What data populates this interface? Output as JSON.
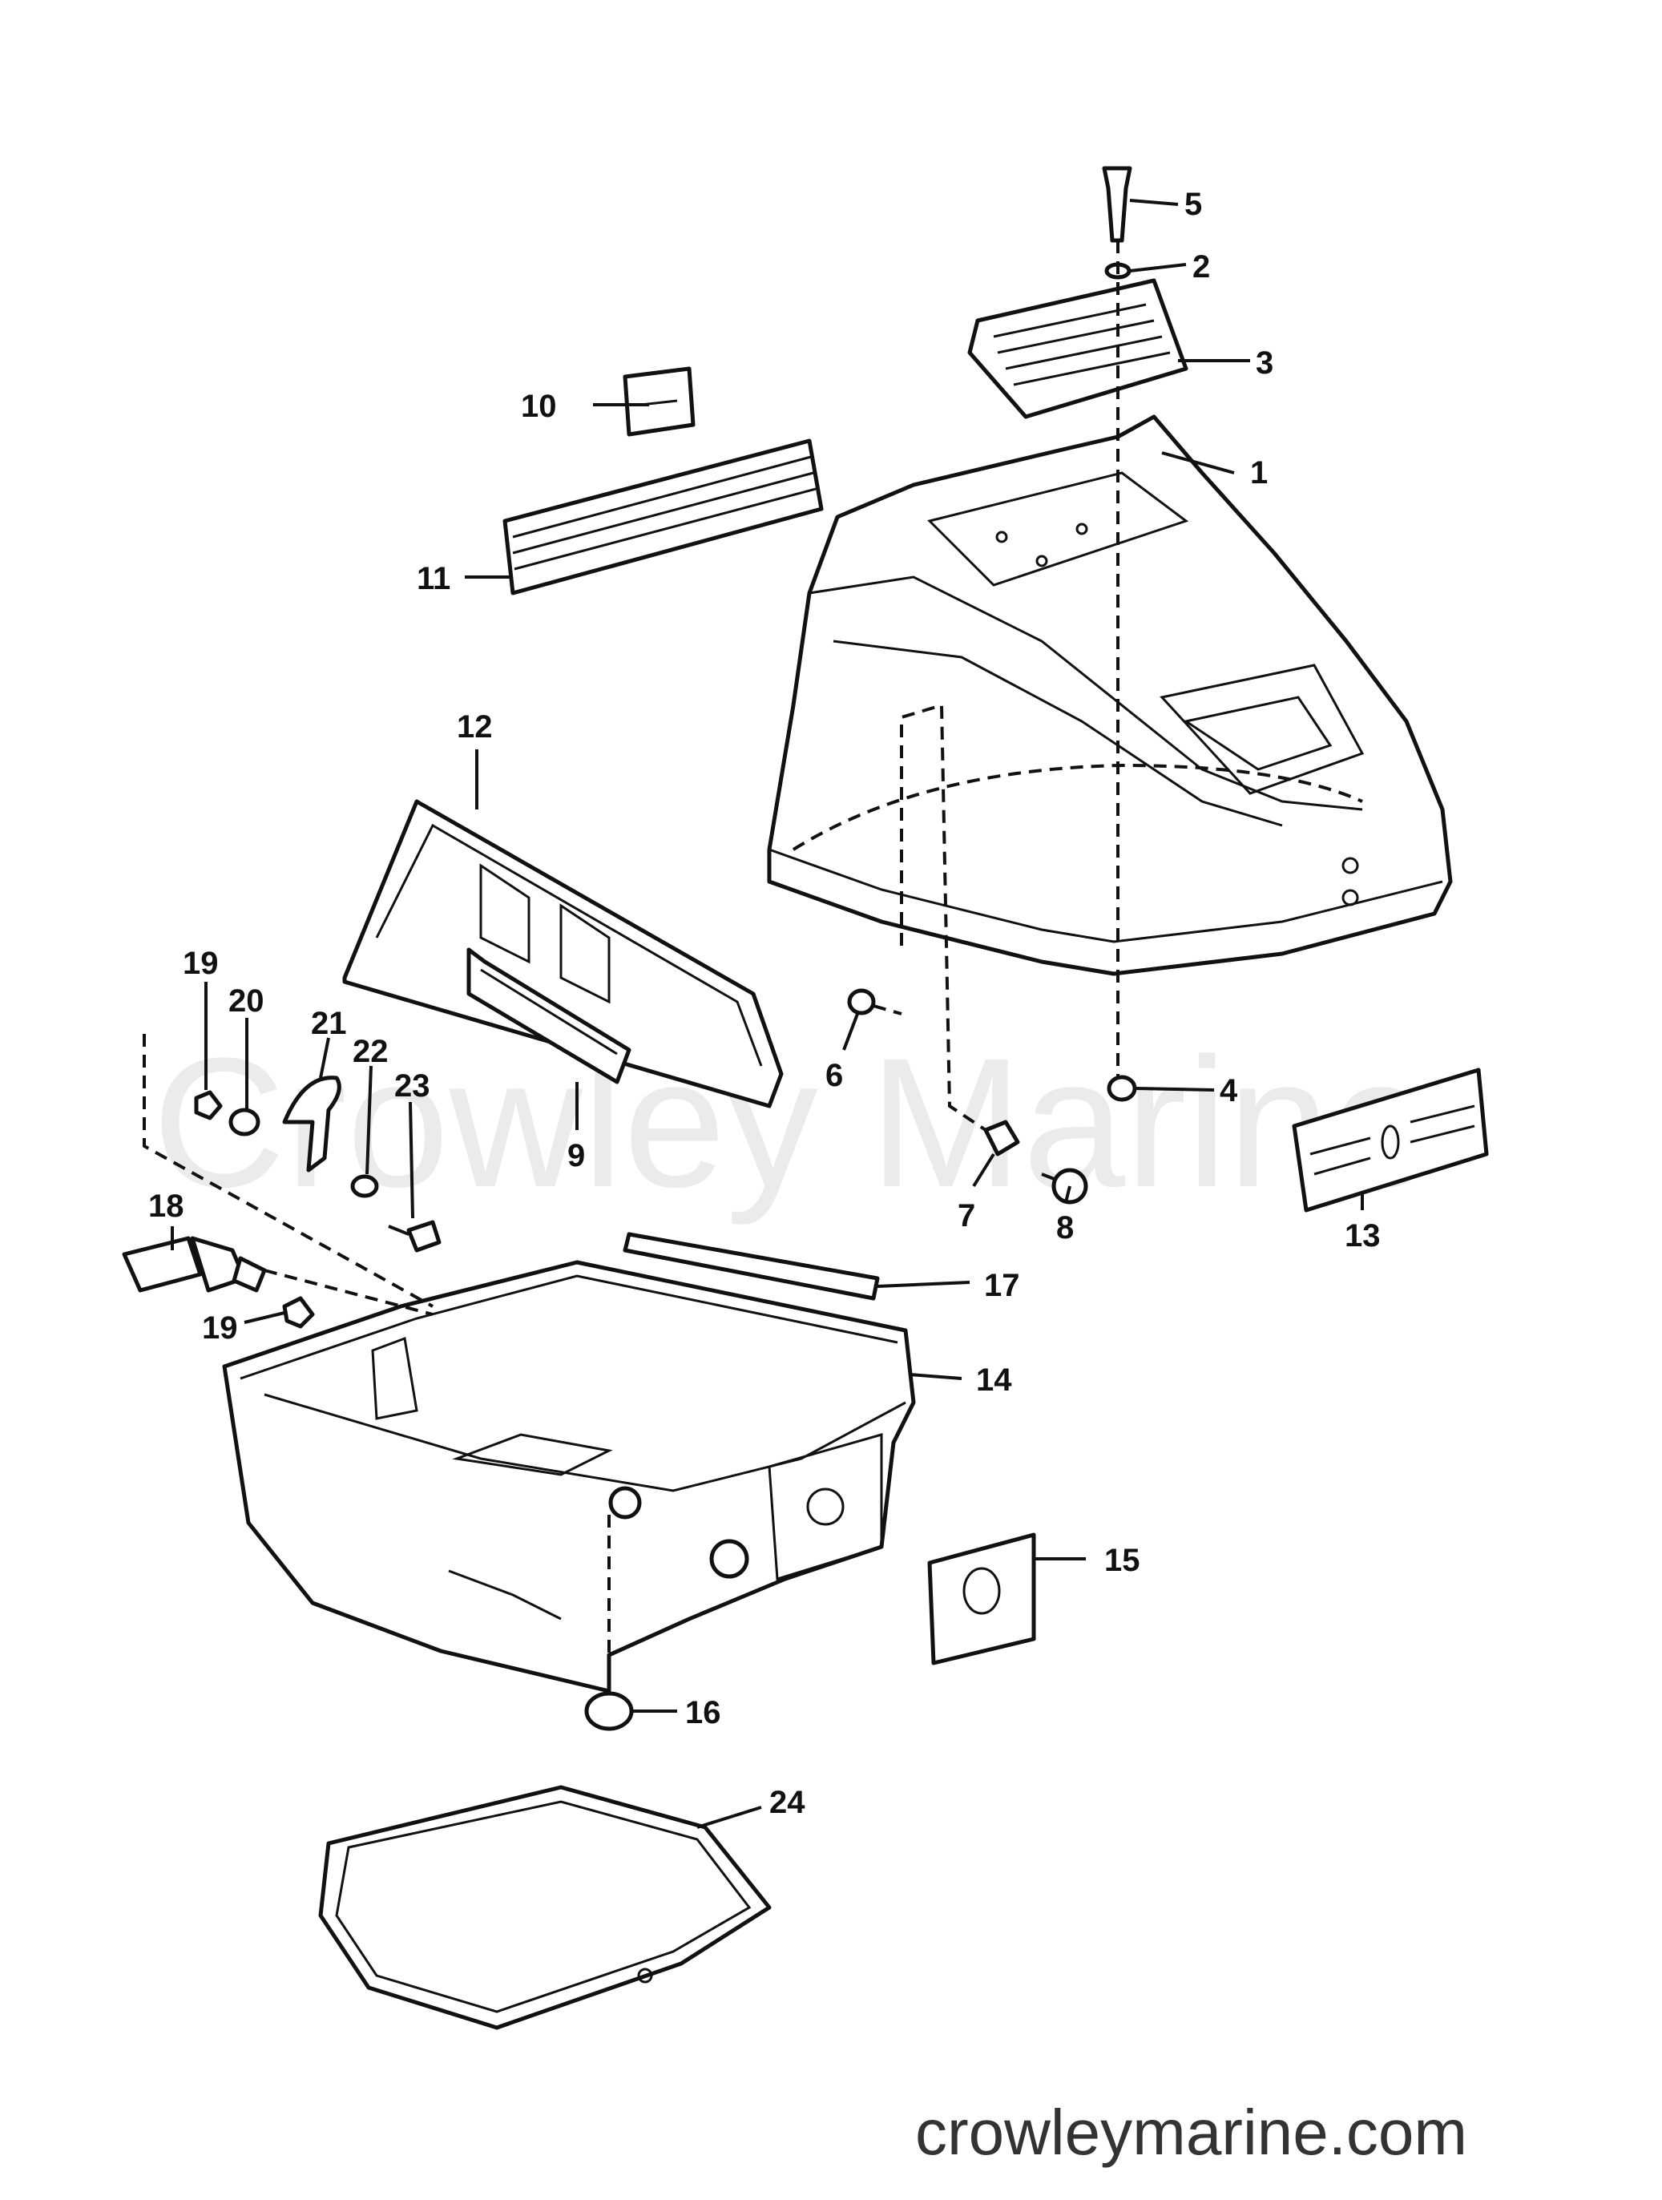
{
  "watermark": "Crowley Marine",
  "site_footer": "crowleymarine.com",
  "callouts": [
    "1",
    "2",
    "3",
    "4",
    "5",
    "6",
    "7",
    "8",
    "9",
    "10",
    "11",
    "12",
    "13",
    "14",
    "15",
    "16",
    "17",
    "18",
    "19",
    "19",
    "20",
    "21",
    "22",
    "23",
    "24"
  ]
}
